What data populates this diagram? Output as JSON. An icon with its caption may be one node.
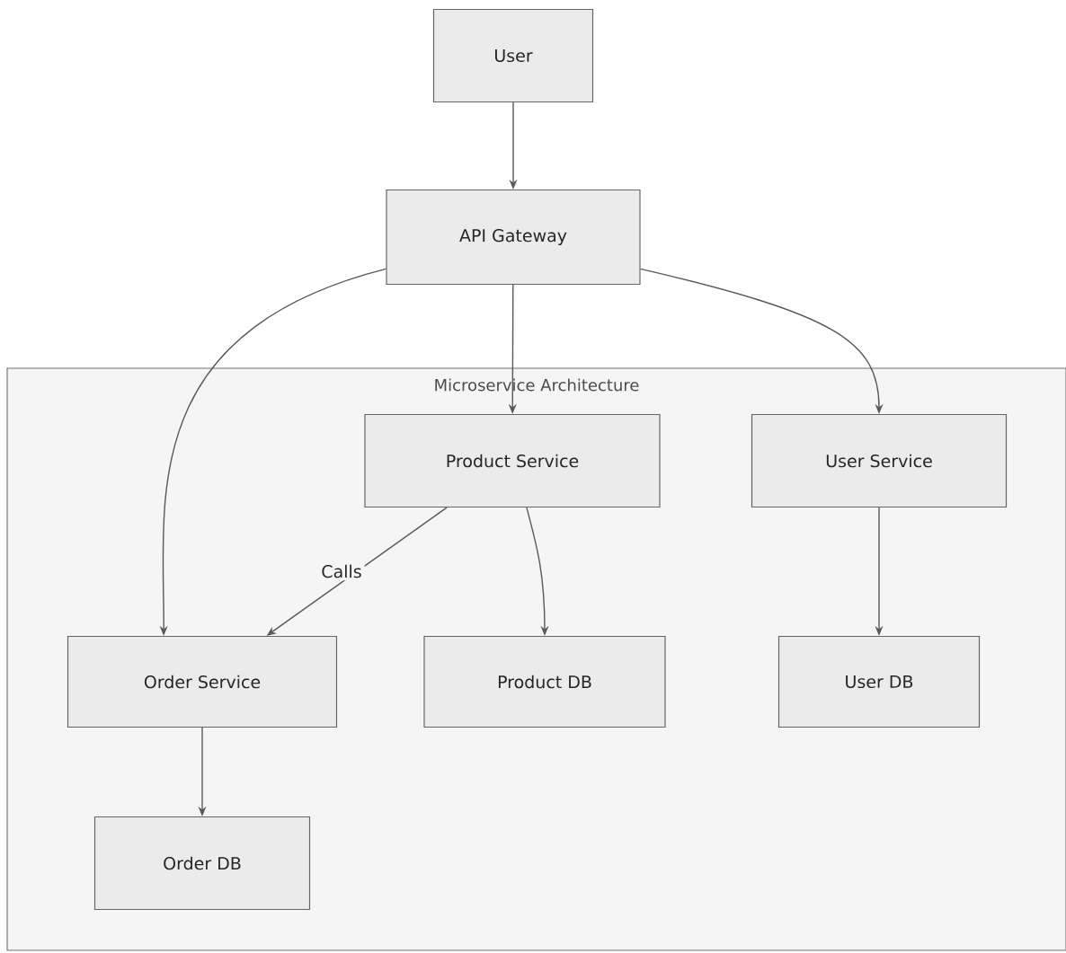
{
  "diagram": {
    "nodes": [
      {
        "text": [
          "User"
        ]
      },
      {
        "text": [
          "API Gateway"
        ]
      },
      {
        "text": [
          "Microservice Architecture"
        ]
      },
      {
        "text": [
          "Product Service"
        ],
        "in": 2
      },
      {
        "text": [
          "User Service"
        ],
        "in": 2
      },
      {
        "text": [
          "Order Service"
        ],
        "in": 2
      },
      {
        "text": [
          "Product DB"
        ],
        "in": 2
      },
      {
        "text": [
          "User DB"
        ],
        "in": 2
      },
      {
        "text": [
          "Order DB"
        ],
        "in": 2
      }
    ],
    "edges": [
      {
        "from": 0,
        "to": 1,
        "arrow": "to"
      },
      {
        "from": 1,
        "to": 5,
        "arrow": "to"
      },
      {
        "from": 1,
        "to": 3,
        "arrow": "to"
      },
      {
        "from": 1,
        "to": 4,
        "arrow": "to"
      },
      {
        "from": 3,
        "to": 5,
        "arrow": "to",
        "label": "Calls"
      },
      {
        "from": 3,
        "to": 6,
        "arrow": "to"
      },
      {
        "from": 4,
        "to": 7,
        "arrow": "to"
      },
      {
        "from": 5,
        "to": 8,
        "arrow": "to"
      }
    ]
  }
}
